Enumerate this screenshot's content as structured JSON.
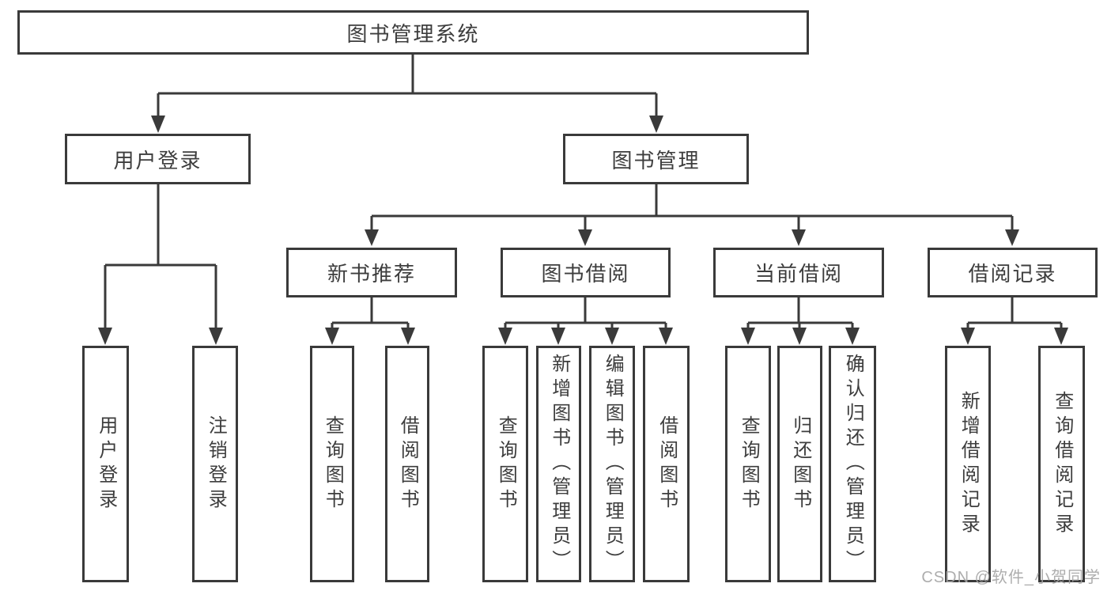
{
  "diagram_type": "feature-tree",
  "colors": {
    "line": "#3a3a3a",
    "box_border": "#3a3a3a",
    "text": "#3d3d3d",
    "background": "#ffffff",
    "watermark": "#a4a4a4"
  },
  "tree": {
    "label": "图书管理系统",
    "children": [
      {
        "label": "用户登录",
        "children": [
          {
            "label": "用户登录"
          },
          {
            "label": "注销登录"
          }
        ]
      },
      {
        "label": "图书管理",
        "children": [
          {
            "label": "新书推荐",
            "children": [
              {
                "label": "查询图书"
              },
              {
                "label": "借阅图书"
              }
            ]
          },
          {
            "label": "图书借阅",
            "children": [
              {
                "label": "查询图书"
              },
              {
                "label": "新增图书（管理员）"
              },
              {
                "label": "编辑图书（管理员）"
              },
              {
                "label": "借阅图书"
              }
            ]
          },
          {
            "label": "当前借阅",
            "children": [
              {
                "label": "查询图书"
              },
              {
                "label": "归还图书"
              },
              {
                "label": "确认归还（管理员）"
              }
            ]
          },
          {
            "label": "借阅记录",
            "children": [
              {
                "label": "新增借阅记录"
              },
              {
                "label": "查询借阅记录"
              }
            ]
          }
        ]
      }
    ]
  },
  "watermark": "CSDN @软件_小贺同学"
}
